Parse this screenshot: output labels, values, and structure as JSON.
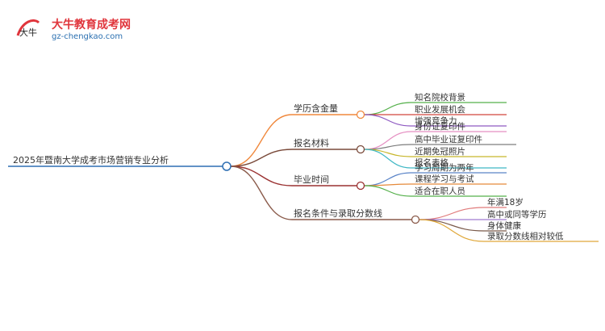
{
  "logo": {
    "glyph": "大牛",
    "name": "大牛教育成考网",
    "domain": "gz-chengkao.com"
  },
  "mindmap": {
    "root": "2025年暨南大学成考市场营销专业分析",
    "branches": [
      {
        "label": "学历含金量",
        "color": "#f0883c",
        "children": [
          {
            "label": "知名院校背景",
            "color": "#54b04a"
          },
          {
            "label": "职业发展机会",
            "color": "#d2443c"
          },
          {
            "label": "增强竞争力",
            "color": "#8f5ac2"
          }
        ]
      },
      {
        "label": "报名材料",
        "color": "#7a4a3a",
        "children": [
          {
            "label": "身份证复印件",
            "color": "#e58fc2"
          },
          {
            "label": "高中毕业证复印件",
            "color": "#7d7d7d"
          },
          {
            "label": "近期免冠照片",
            "color": "#c7b62a"
          },
          {
            "label": "报名表格",
            "color": "#3fb7c4"
          }
        ]
      },
      {
        "label": "毕业时间",
        "color": "#9a3030",
        "children": [
          {
            "label": "学习周期为两年",
            "color": "#5a84c8"
          },
          {
            "label": "课程学习与考试",
            "color": "#e58a3a"
          },
          {
            "label": "适合在职人员",
            "color": "#54b04a"
          }
        ]
      },
      {
        "label": "报名条件与录取分数线",
        "color": "#8a5a4a",
        "children": [
          {
            "label": "年满18岁",
            "color": "#e07a7a"
          },
          {
            "label": "高中或同等学历",
            "color": "#a07ad0"
          },
          {
            "label": "身体健康",
            "color": "#7a5a4a"
          },
          {
            "label": "录取分数线相对较低",
            "color": "#e0a83a"
          }
        ]
      }
    ]
  }
}
